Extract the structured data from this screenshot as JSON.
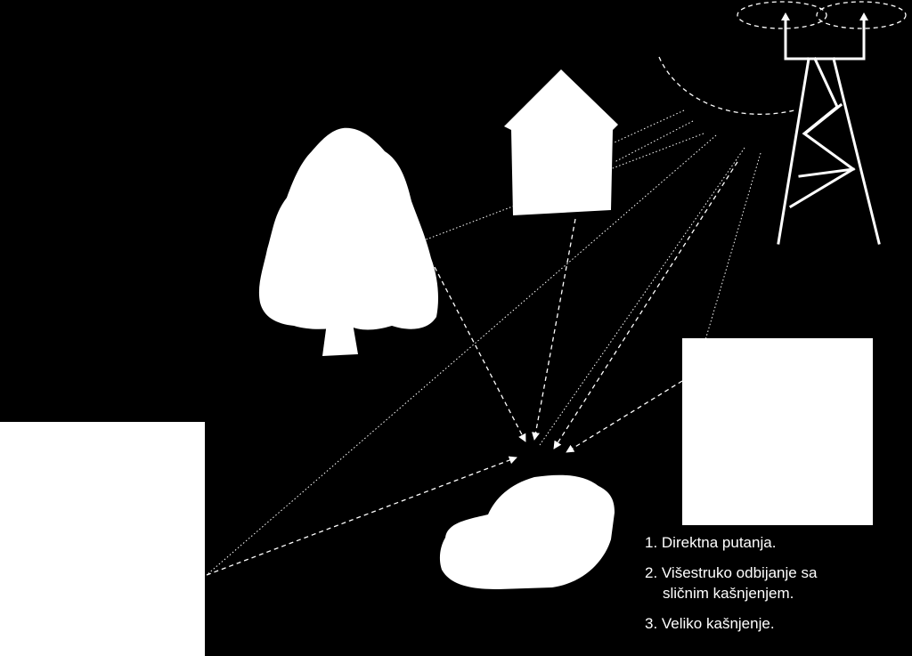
{
  "legend": {
    "item1": "1. Direktna putanja.",
    "item2_line1": "2. Višestruko odbijanje sa",
    "item2_line2": "sličnim kašnjenjem.",
    "item3": "3. Veliko kašnjenje."
  },
  "colors": {
    "background": "#000000",
    "foreground": "#ffffff"
  },
  "icons": [
    "antenna-tower-icon",
    "house-icon",
    "tree-icon",
    "car-icon",
    "building-block-icon"
  ]
}
